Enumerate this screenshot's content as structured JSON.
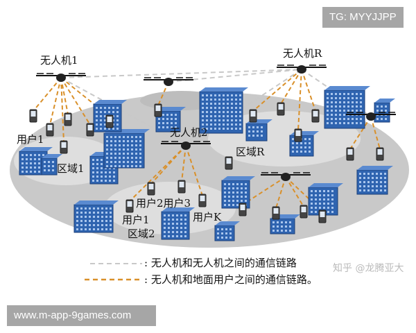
{
  "labels": {
    "uav1": "无人机1",
    "uavR": "无人机R",
    "uav2": "无人机2",
    "user1_region1": "用户1",
    "region1": "区域1",
    "regionR": "区域R",
    "user2_user3": "用户2用户3",
    "user1_region2": "用户1",
    "region2": "区域2",
    "userK": "用户K"
  },
  "legend": {
    "uav_to_uav": ": 无人机和无人机之间的通信链路",
    "uav_to_ground": ": 无人机和地面用户之间的通信链路。"
  },
  "colors": {
    "uav_link": "#c8c8c8",
    "ground_link": "#d9902a",
    "building": "#2f64b0",
    "ground": "#c9c9c9"
  },
  "watermark": "知乎 @龙腾亚大",
  "banners": {
    "top": "TG: MYYJJPP",
    "bottom": "www.m-app-9games.com"
  }
}
